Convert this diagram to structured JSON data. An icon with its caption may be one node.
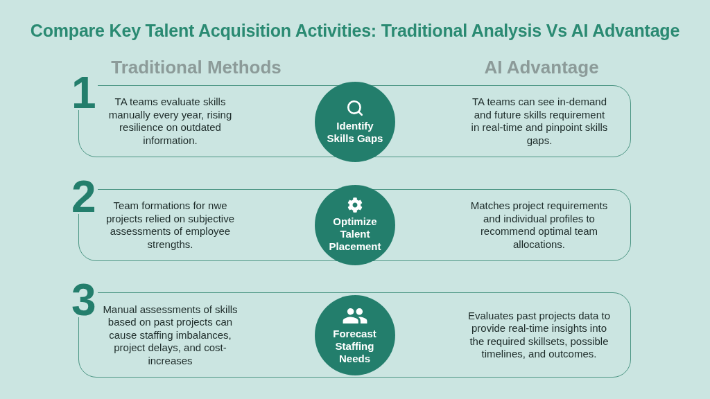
{
  "diagram": {
    "title": "Compare Key Talent Acquisition Activities: Traditional Analysis Vs AI Advantage",
    "nodes": [
      {
        "text": [
          "1",
          "TA teams evaluate skills manually every year, rising resilience on outdated information.",
          "TA teams can see in-demand and future skills requirement in real-time and pinpoint skills gaps."
        ]
      },
      {
        "text": [
          "Identify Skills Gaps"
        ]
      },
      {
        "text": [
          "2",
          "Team formations for nwe projects relied on subjective assessments of employee strengths.",
          "Matches project requirements and individual profiles to recommend optimal team allocations."
        ]
      },
      {
        "text": [
          "Optimize Talent Placement"
        ]
      },
      {
        "text": [
          "3",
          "Manual assessments of skills based on past projects can cause staffing imbalances, project delays, and cost-increases",
          "Evaluates past projects data to provide real-time insights into the required skillsets, possible timelines, and outcomes."
        ]
      },
      {
        "text": [
          "Forecast Staffing Needs"
        ],
        "in": 4
      }
    ],
    "labels": [
      "Traditional Methods",
      "AI Advantage"
    ]
  }
}
